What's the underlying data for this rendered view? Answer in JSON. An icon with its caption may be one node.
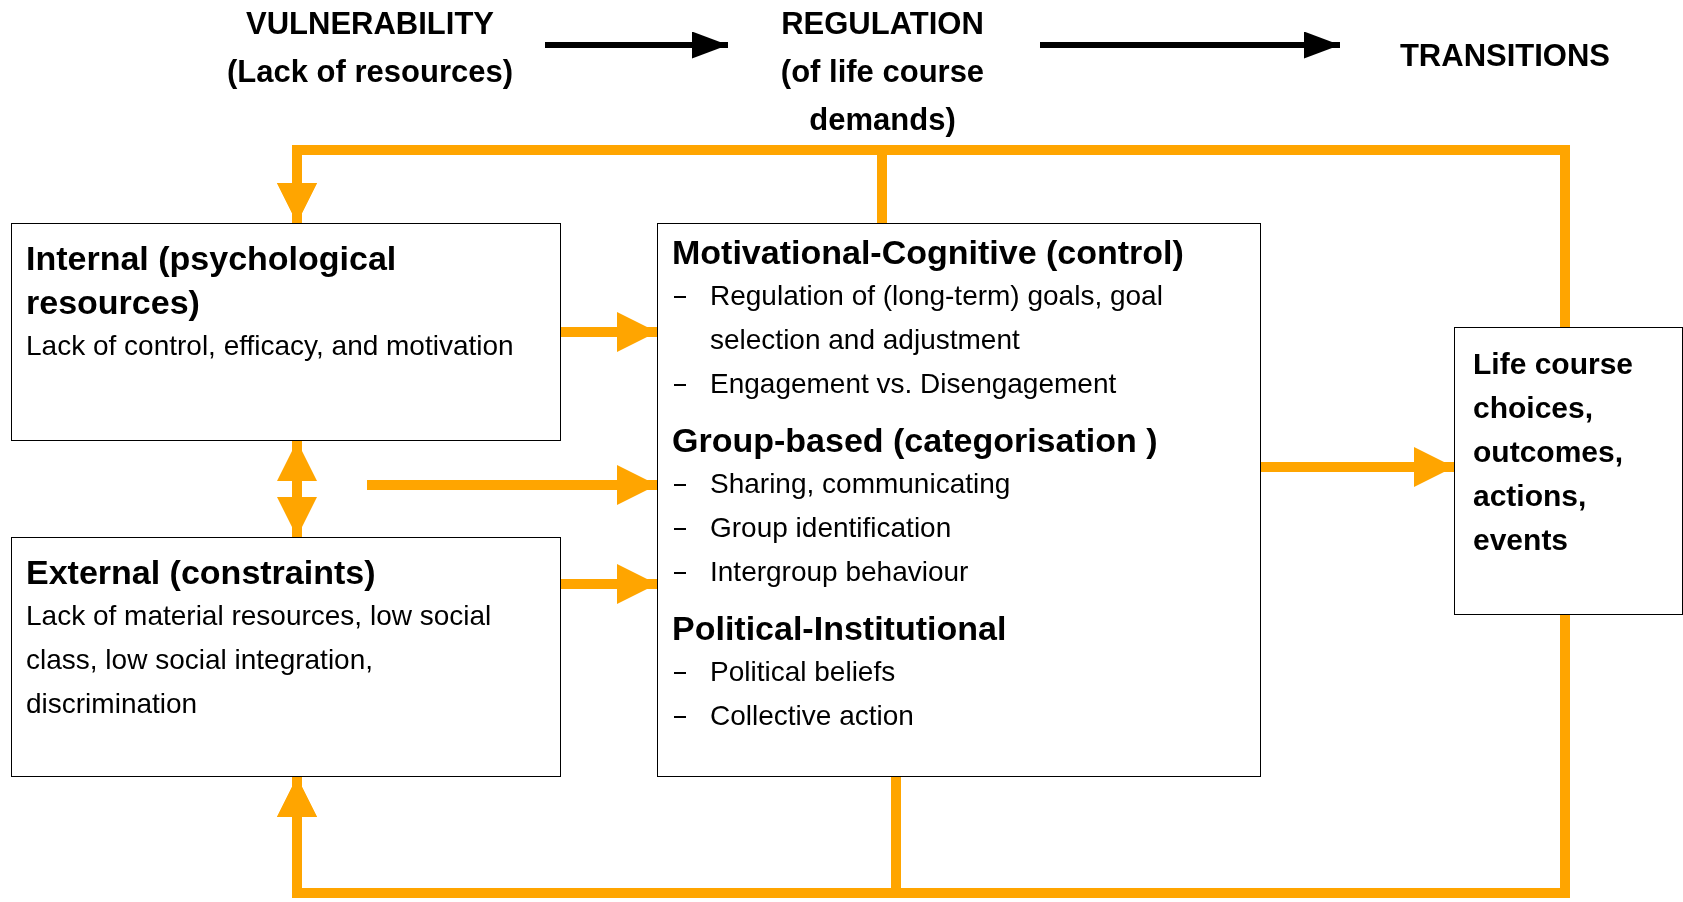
{
  "diagram": {
    "nodes": [
      {
        "text": [
          "VULNERABILITY (Lack of resources)"
        ]
      },
      {
        "text": [
          "REGULATION (of life course demands)"
        ]
      },
      {
        "text": [
          "TRANSITIONS"
        ]
      },
      {
        "text": [
          "Internal (psychological resources)",
          "Lack of control, efficacy, and motivation"
        ]
      },
      {
        "text": [
          "External (constraints)",
          "Lack of material resources, low social class, low social integration, discrimination"
        ]
      },
      {
        "text": [
          "Motivational-Cognitive (control)",
          "Regulation of (long-term) goals, goal selection and adjustment",
          "Engagement vs. Disengagement",
          "Group-based (categorisation )",
          "Sharing, communicating",
          "Group identification",
          "Intergroup behaviour",
          "Political-Institutional",
          "Political beliefs",
          "Collective action"
        ]
      },
      {
        "text": [
          "Life course choices, outcomes, actions, events"
        ]
      }
    ],
    "edges": [
      {
        "from": 0,
        "to": 1,
        "arrow": "to",
        "color": "#000000"
      },
      {
        "from": 1,
        "to": 2,
        "arrow": "to",
        "color": "#000000"
      },
      {
        "from": 3,
        "to": 5,
        "arrow": "to"
      },
      {
        "from": 4,
        "to": 5,
        "arrow": "to"
      },
      {
        "from": 3,
        "to": 4,
        "arrow": "both"
      },
      {
        "from": null,
        "to": 5,
        "arrow": "to"
      },
      {
        "from": 5,
        "to": 6,
        "arrow": "to"
      },
      {
        "from": 6,
        "to": 3,
        "arrow": "to"
      },
      {
        "from": 5,
        "to": 3,
        "arrow": "to"
      },
      {
        "from": 6,
        "to": 4,
        "arrow": "to"
      },
      {
        "from": 5,
        "to": 4,
        "arrow": "to"
      }
    ]
  }
}
